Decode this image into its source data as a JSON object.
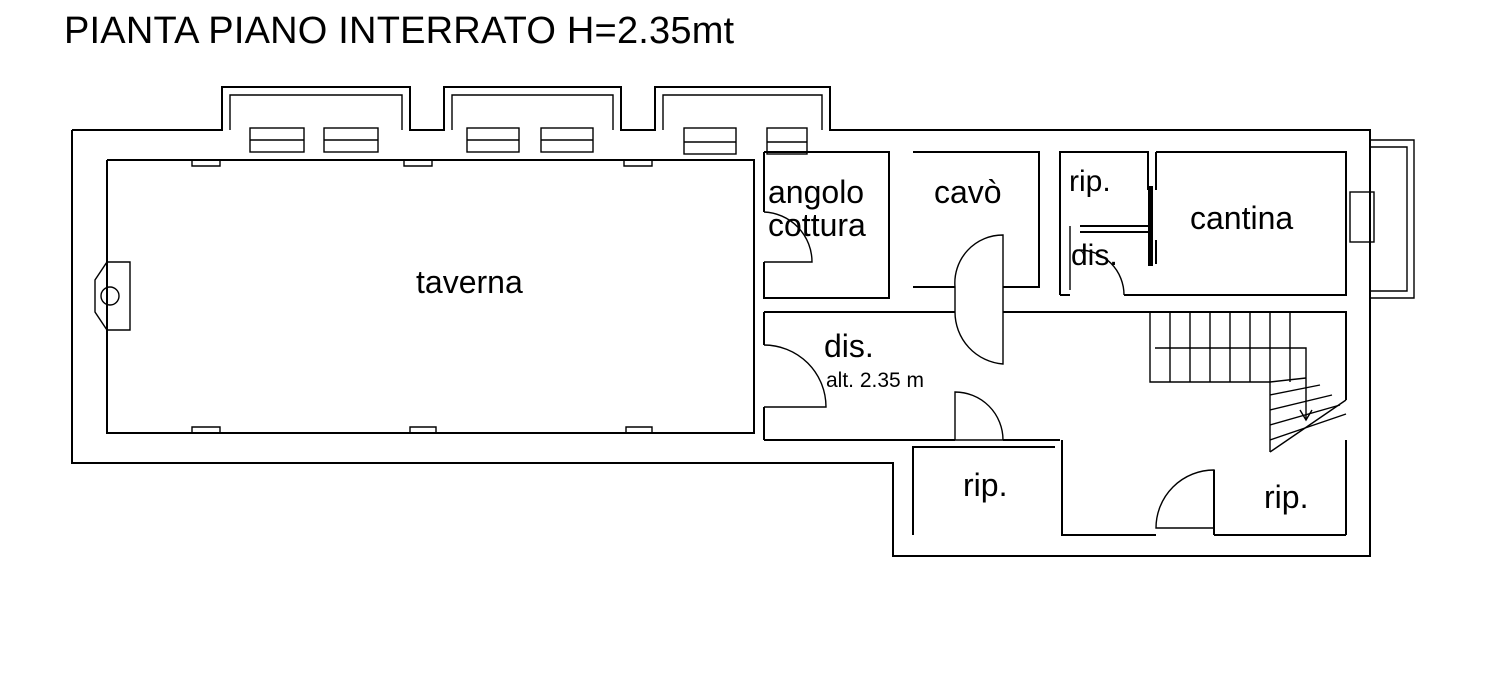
{
  "title": "PIANTA PIANO INTERRATO H=2.35mt",
  "rooms": {
    "taverna": "taverna",
    "angolo_cottura_1": "angolo",
    "angolo_cottura_2": "cottura",
    "cavo": "cavò",
    "rip_top": "rip.",
    "dis_small": "dis.",
    "cantina": "cantina",
    "dis_main": "dis.",
    "dis_height": "alt. 2.35 m",
    "rip_bottom_left": "rip.",
    "rip_bottom_right": "rip."
  }
}
